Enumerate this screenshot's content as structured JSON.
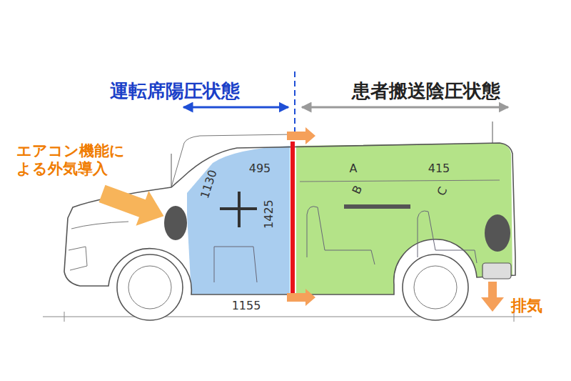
{
  "diagram": {
    "labels": [
      "運転席陽圧状態",
      "患者搬送陰圧状態",
      "エアコン機能による外気導入",
      "1130",
      "495",
      "1425",
      "A",
      "B",
      "415",
      "C",
      "1155",
      "排気"
    ]
  }
}
